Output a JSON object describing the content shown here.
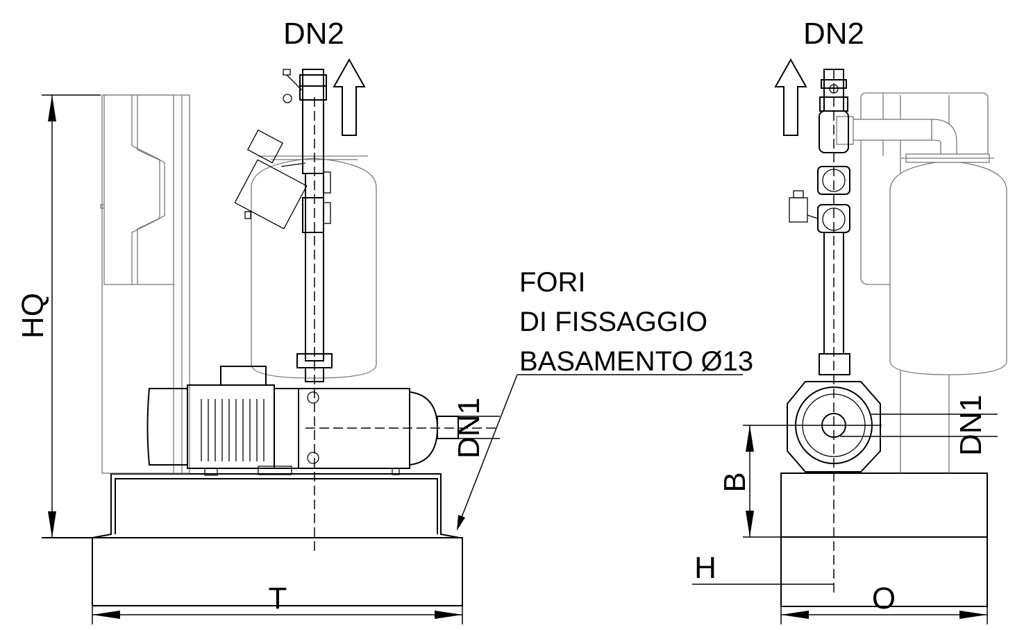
{
  "left_view": {
    "outlet_label": "DN2",
    "inlet_label": "DN1",
    "height_label": "HQ",
    "length_label": "T"
  },
  "right_view": {
    "outlet_label": "DN2",
    "inlet_label": "DN1",
    "axis_height_label": "B",
    "anchor_label": "H",
    "width_label": "O"
  },
  "note": {
    "line1": "FORI",
    "line2": "DI FISSAGGIO",
    "line3": "BASAMENTO Ø13"
  }
}
